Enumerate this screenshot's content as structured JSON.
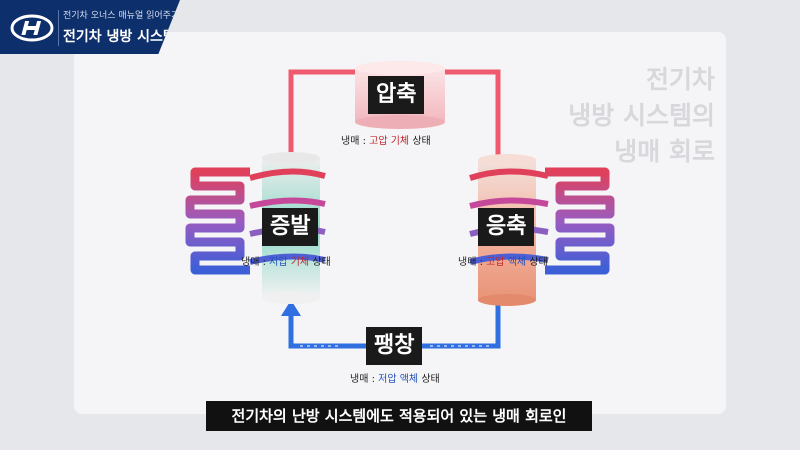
{
  "header": {
    "series_title": "전기차 오너스 매뉴얼 읽어주기",
    "episode_title": "전기차 냉방 시스템"
  },
  "watermark": {
    "lines": [
      "전기차",
      "냉방 시스템의",
      "냉매 회로"
    ]
  },
  "diagram": {
    "compress": {
      "label": "압축",
      "state_prefix": "냉매 : ",
      "state_pressure": "고압",
      "state_phase": "기체",
      "state_suffix": " 상태"
    },
    "evaporate": {
      "label": "증발",
      "state_prefix": "냉매 : ",
      "state_pressure": "저압",
      "state_phase": "기체",
      "state_suffix": " 상태"
    },
    "condense": {
      "label": "응축",
      "state_prefix": "냉매 : ",
      "state_pressure": "고압",
      "state_phase": "액체",
      "state_suffix": " 상태"
    },
    "expand": {
      "label": "팽창",
      "state_prefix": "냉매 : ",
      "state_pressure": "저압",
      "state_phase": "액체",
      "state_suffix": " 상태"
    }
  },
  "caption": "전기차의 난방 시스템에도 적용되어 있는 냉매 회로인",
  "colors": {
    "brand_navy": "#0d2f6b",
    "hot_red": "#e0405a",
    "cold_blue": "#2f6fe0",
    "coil_purple": "#8a5fc0"
  }
}
